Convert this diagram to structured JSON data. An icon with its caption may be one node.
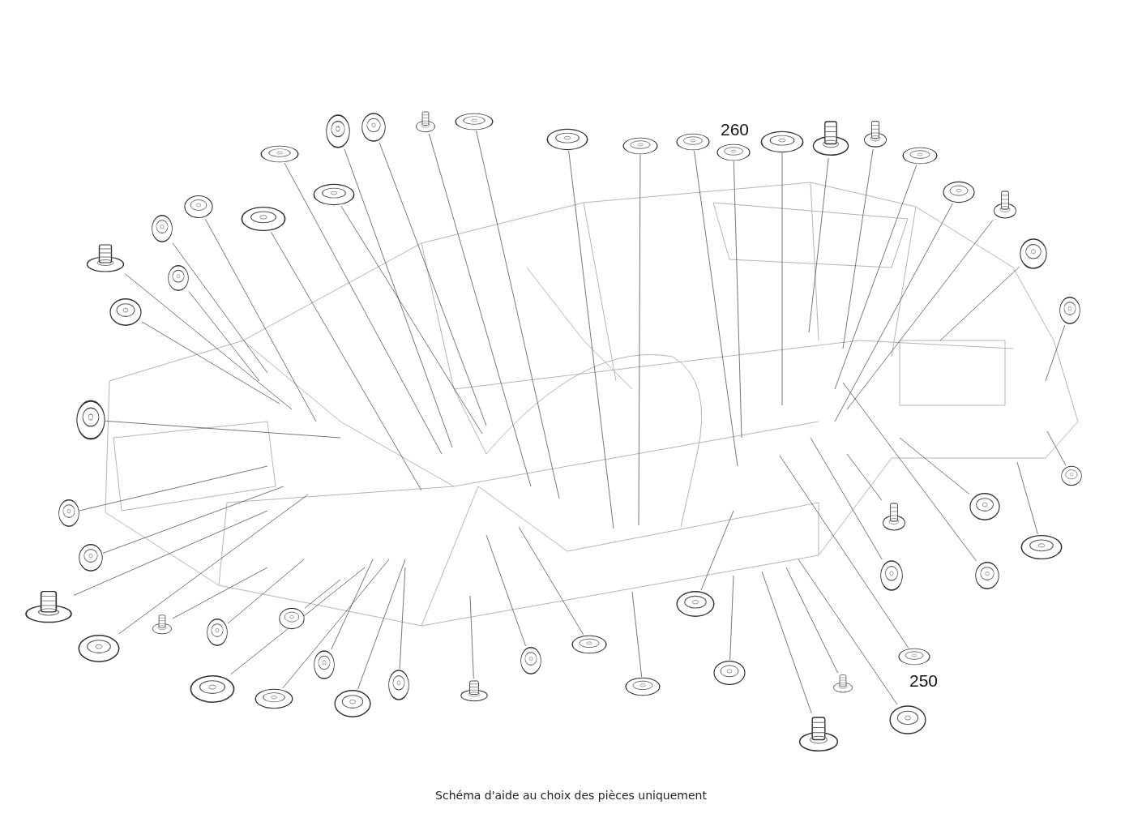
{
  "diagram": {
    "caption": "Schéma d'aide au choix des pièces uniquement",
    "nodes": [
      {
        "text": [],
        "shape": "circle"
      },
      {
        "text": [],
        "shape": "circle"
      },
      {
        "text": [],
        "shape": "picture"
      },
      {
        "text": [],
        "shape": "circle"
      },
      {
        "text": [],
        "shape": "circle"
      },
      {
        "text": [],
        "shape": "circle"
      },
      {
        "text": [],
        "shape": "circle"
      },
      {
        "text": [],
        "shape": "circle"
      },
      {
        "text": [],
        "shape": "circle"
      },
      {
        "text": [],
        "shape": "picture"
      },
      {
        "text": [],
        "shape": "circle"
      },
      {
        "text": [],
        "shape": "circle"
      },
      {
        "text": [],
        "shape": "circle"
      },
      {
        "text": [],
        "shape": "circle"
      },
      {
        "text": [],
        "shape": "circle"
      },
      {
        "text": [],
        "shape": "picture"
      },
      {
        "text": [],
        "shape": "circle"
      },
      {
        "text": [],
        "shape": "picture"
      },
      {
        "text": [],
        "shape": "circle"
      },
      {
        "text": [],
        "shape": "circle"
      },
      {
        "text": [],
        "shape": "circle"
      },
      {
        "text": [],
        "shape": "circle"
      },
      {
        "text": [],
        "shape": "circle"
      },
      {
        "text": [],
        "shape": "circle"
      },
      {
        "text": [],
        "shape": "circle"
      },
      {
        "text": [],
        "shape": "picture"
      },
      {
        "text": [],
        "shape": "circle"
      },
      {
        "text": [],
        "shape": "circle"
      },
      {
        "text": [],
        "shape": "circle"
      },
      {
        "text": [],
        "shape": "circle"
      },
      {
        "text": [],
        "shape": "circle"
      },
      {
        "text": [],
        "shape": "circle",
        "beside": [
          "260"
        ]
      },
      {
        "text": [],
        "shape": "circle"
      },
      {
        "text": [],
        "shape": "picture"
      },
      {
        "text": [],
        "shape": "picture"
      },
      {
        "text": [],
        "shape": "circle"
      },
      {
        "text": [],
        "shape": "circle"
      },
      {
        "text": [],
        "shape": "picture"
      },
      {
        "text": [],
        "shape": "circle"
      },
      {
        "text": [],
        "shape": "circle"
      },
      {
        "text": [],
        "shape": "circle"
      },
      {
        "text": [],
        "shape": "circle"
      },
      {
        "text": [],
        "shape": "circle"
      },
      {
        "text": [],
        "shape": "circle"
      },
      {
        "text": [],
        "shape": "picture"
      },
      {
        "text": [],
        "shape": "circle"
      },
      {
        "text": [],
        "shape": "circle",
        "beside": [
          "250"
        ]
      },
      {
        "text": [],
        "shape": "circle"
      },
      {
        "text": [],
        "shape": "picture"
      },
      {
        "text": [],
        "shape": "picture"
      },
      {
        "text": [],
        "shape": "circle"
      },
      {
        "text": [],
        "shape": "circle"
      },
      {
        "text": [],
        "shape": "circle"
      }
    ],
    "edges": [
      {
        "from": 0,
        "to": null,
        "arrow": "none"
      },
      {
        "from": 1,
        "to": null,
        "arrow": "none"
      },
      {
        "from": 2,
        "to": null,
        "arrow": "none"
      },
      {
        "from": 3,
        "to": null,
        "arrow": "none"
      },
      {
        "from": 4,
        "to": null,
        "arrow": "none"
      },
      {
        "from": 5,
        "to": null,
        "arrow": "none"
      },
      {
        "from": 6,
        "to": null,
        "arrow": "none"
      },
      {
        "from": 7,
        "to": null,
        "arrow": "none"
      },
      {
        "from": 8,
        "to": null,
        "arrow": "none"
      },
      {
        "from": 9,
        "to": null,
        "arrow": "none"
      },
      {
        "from": 10,
        "to": null,
        "arrow": "none"
      },
      {
        "from": 11,
        "to": null,
        "arrow": "none"
      },
      {
        "from": 12,
        "to": null,
        "arrow": "none"
      },
      {
        "from": 13,
        "to": null,
        "arrow": "none"
      },
      {
        "from": 14,
        "to": null,
        "arrow": "none"
      },
      {
        "from": 15,
        "to": null,
        "arrow": "none"
      },
      {
        "from": 16,
        "to": null,
        "arrow": "none"
      },
      {
        "from": 17,
        "to": null,
        "arrow": "none"
      },
      {
        "from": 18,
        "to": null,
        "arrow": "none"
      },
      {
        "from": 19,
        "to": null,
        "arrow": "none"
      },
      {
        "from": 20,
        "to": null,
        "arrow": "none"
      },
      {
        "from": 21,
        "to": null,
        "arrow": "none"
      },
      {
        "from": 22,
        "to": null,
        "arrow": "none"
      },
      {
        "from": 23,
        "to": null,
        "arrow": "none"
      },
      {
        "from": 24,
        "to": null,
        "arrow": "none"
      },
      {
        "from": 25,
        "to": null,
        "arrow": "none"
      },
      {
        "from": 26,
        "to": null,
        "arrow": "none"
      },
      {
        "from": 27,
        "to": null,
        "arrow": "none"
      },
      {
        "from": 28,
        "to": null,
        "arrow": "none"
      },
      {
        "from": 29,
        "to": null,
        "arrow": "none"
      },
      {
        "from": 30,
        "to": null,
        "arrow": "none"
      },
      {
        "from": 31,
        "to": null,
        "arrow": "none"
      },
      {
        "from": 32,
        "to": null,
        "arrow": "none"
      },
      {
        "from": 33,
        "to": null,
        "arrow": "none"
      },
      {
        "from": 34,
        "to": null,
        "arrow": "none"
      },
      {
        "from": 35,
        "to": null,
        "arrow": "none"
      },
      {
        "from": 36,
        "to": null,
        "arrow": "none"
      },
      {
        "from": 37,
        "to": null,
        "arrow": "none"
      },
      {
        "from": 38,
        "to": null,
        "arrow": "none"
      },
      {
        "from": 39,
        "to": null,
        "arrow": "none"
      },
      {
        "from": 40,
        "to": null,
        "arrow": "none"
      },
      {
        "from": 41,
        "to": null,
        "arrow": "none"
      },
      {
        "from": 42,
        "to": null,
        "arrow": "none"
      },
      {
        "from": 43,
        "to": null,
        "arrow": "none"
      },
      {
        "from": 44,
        "to": null,
        "arrow": "none"
      },
      {
        "from": 45,
        "to": null,
        "arrow": "none"
      },
      {
        "from": 46,
        "to": null,
        "arrow": "none"
      },
      {
        "from": 47,
        "to": null,
        "arrow": "none"
      },
      {
        "from": 48,
        "to": null,
        "arrow": "none"
      },
      {
        "from": 49,
        "to": null,
        "arrow": "none"
      },
      {
        "from": 50,
        "to": null,
        "arrow": "none"
      },
      {
        "from": 51,
        "to": null,
        "arrow": "none"
      },
      {
        "from": 52,
        "to": null,
        "arrow": "none"
      }
    ]
  }
}
